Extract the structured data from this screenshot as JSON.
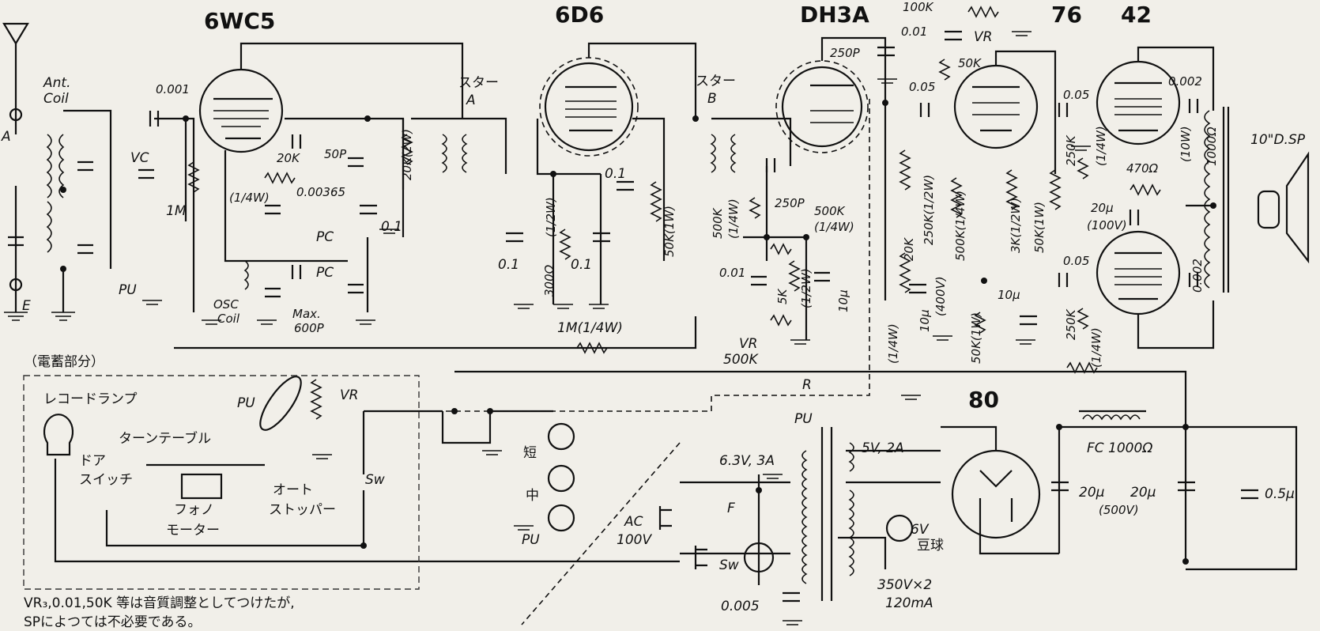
{
  "tubes": {
    "t1": "6WC5",
    "t2": "6D6",
    "t3": "DH3A",
    "t4": "76",
    "t5": "42",
    "t6": "80"
  },
  "labels": {
    "ant_coil": "Ant.",
    "ant_coil2": "Coil",
    "a_term": "A",
    "e_term": "E",
    "c_0001": "0.001",
    "vc1": "VC",
    "r_1m": "1M",
    "pu1": "PU",
    "r_20k_1_4": "20K",
    "r_20k_1_4b": "(1/4W)",
    "c_00365": "0.00365",
    "c_50p": "50P",
    "pcc": "PC",
    "pca": "PC",
    "osc": "OSC",
    "osc2": "Coil",
    "max": "Max.",
    "max2": "600P",
    "r_20k_2w": "20K(2W)",
    "c_01a": "0.1",
    "star_a3": "スター",
    "a3": "A",
    "star_b3": "スター",
    "b3": "B",
    "c_01b": "0.1",
    "r_300": "300Ω",
    "r_300w": "(1/2W)",
    "c_01c": "0.1",
    "c_01d": "0.1",
    "r_50k_1w": "50K(1W)",
    "r_1m_14": "1M(1/4W)",
    "c_250p_top": "250P",
    "c_250p": "250P",
    "r_500k": "500K",
    "r_500k_w": "(1/4W)",
    "r_500k_b": "500K",
    "r_500k_bw": "(1/4W)",
    "c_001": "0.01",
    "r_5k": "5K",
    "r_5k_w": "(1/2W)",
    "c_10u": "10μ",
    "vr1": "VR",
    "vr1v": "500K",
    "r_lbl": "R",
    "pu2": "PU",
    "r_100k": "100K",
    "c_001b": "0.01",
    "vr3": "VR",
    "r_50k": "50K",
    "c_005a": "0.05",
    "r_250k": "250K(1/2W)",
    "r_500k14": "500K(1/4W)",
    "r_3k": "3K(1/2W)",
    "r_50k1w": "50K(1W)",
    "r_20k_14": "20K",
    "r_20k_14w": "(1/4W)",
    "c_10u_400": "10μ",
    "c_10u_400v": "(400V)",
    "r_50k_1w_b": "50K(1W)",
    "c_10ub": "10μ",
    "c_005b": "0.05",
    "c_005c": "0.05",
    "r_250k_b": "250K",
    "r_250k_bw": "(1/4W)",
    "r_250k_c": "250K",
    "r_250k_cw": "(1/4W)",
    "c_0002a": "0.002",
    "c_0002b": "0.002",
    "r_470": "470Ω",
    "r_470w": "(10W)",
    "c_20u": "20μ",
    "c_20uv": "(100V)",
    "r_1000": "1000Ω",
    "spk": "10\"D.SP",
    "fc": "FC 1000Ω",
    "c_20u_a": "20μ",
    "c_20u_b": "20μ",
    "c_500v": "(500V)",
    "c_05u": "0.5μ",
    "v5": "5V, 2A",
    "v63": "6.3V, 3A",
    "v6": "6V",
    "mame": "豆球",
    "v350": "350V×2",
    "ma120": "120mA",
    "ac": "AC",
    "ac2": "100V",
    "f_lbl": "F",
    "sw1": "Sw",
    "c_0005": "0.005",
    "sw_short": "短",
    "sw_mid": "中",
    "sw_pu": "PU",
    "phono_section": "（電蓄部分）",
    "record_lamp": "レコードランプ",
    "pu3": "PU",
    "vr2": "VR",
    "turntable": "ターンテーブル",
    "door": "ドア",
    "switch": "スイッチ",
    "phono_motor1": "フォノ",
    "phono_motor2": "モーター",
    "auto_stop1": "オート",
    "auto_stop2": "ストッパー",
    "sw2": "Sw",
    "footnote1": "VR₃,0.01,50K 等は音質調整としてつけたが,",
    "footnote2": "SPによつては不必要である。"
  }
}
